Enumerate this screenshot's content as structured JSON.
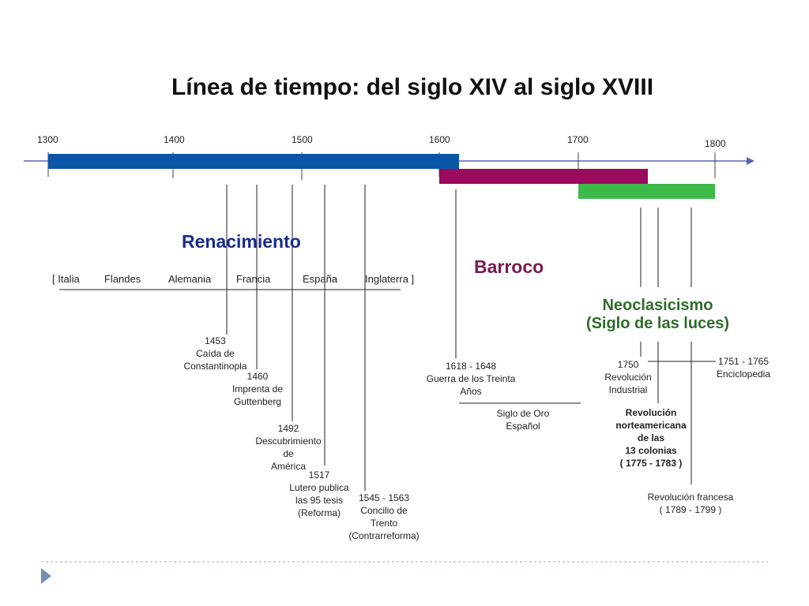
{
  "title": "Línea de tiempo: del siglo XIV al siglo XVIII",
  "years": [
    "1300",
    "1400",
    "1500",
    "1600",
    "1700",
    "1800"
  ],
  "eras": {
    "renacimiento": "Renacimiento",
    "barroco": "Barroco",
    "neoclasicismo_1": "Neoclasicismo",
    "neoclasicismo_2": "(Siglo de las luces)"
  },
  "regions": [
    "[ Italia",
    "Flandes",
    "Alemania",
    "Francia",
    "España",
    "Inglaterra ]"
  ],
  "events": {
    "e1453": [
      "1453",
      "Caída de",
      "Constantinopla"
    ],
    "e1460": [
      "1460",
      "Imprenta de",
      "Guttenberg"
    ],
    "e1492": [
      "1492",
      "Descubrimiento",
      "de",
      "América"
    ],
    "e1517": [
      "1517",
      "Lutero publica",
      "las 95 tesis",
      "(Reforma)"
    ],
    "e1545": [
      "1545 - 1563",
      "Concilio de Trento",
      "(Contrarreforma)"
    ],
    "e1618": [
      "1618 - 1648",
      "Guerra de los Treinta Años"
    ],
    "siglo_oro": [
      "Siglo de Oro",
      "Español"
    ],
    "e1750": [
      "1750",
      "Revolución",
      "Industrial"
    ],
    "e1751": [
      "1751 - 1765",
      "Enciclopedia"
    ],
    "e1775": [
      "Revolución",
      "norteamericana",
      "de las",
      "13 colonias",
      "( 1775 - 1783 )"
    ],
    "e1789": [
      "Revolución francesa",
      "( 1789 - 1799 )"
    ]
  },
  "colors": {
    "renacimiento": "#0a55a6",
    "barroco": "#9b0a5c",
    "neoclasicismo": "#3dba4a",
    "renacimiento_text": "#1a2b8e",
    "barroco_text": "#7b1a50",
    "neoclasicismo_text": "#2e6b2a"
  }
}
